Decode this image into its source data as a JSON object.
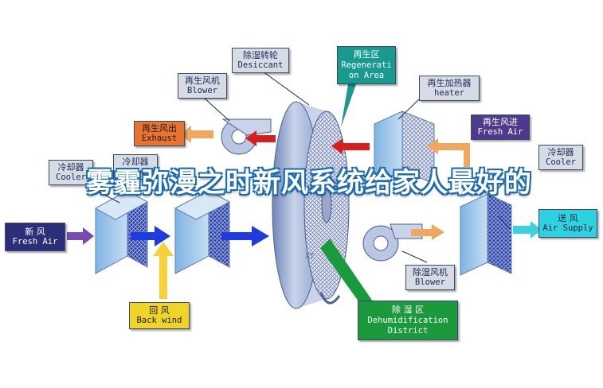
{
  "headline": "雾霾弥漫之时新风系统给家人最好的",
  "watermark": "XT",
  "labels": {
    "desiccant": {
      "zh": "除湿转轮",
      "en": "Desiccant"
    },
    "regeneration": {
      "zh": "再生区",
      "en1": "Regenerati",
      "en2": "on Area"
    },
    "regen_blower": {
      "zh": "再生风机",
      "en": "Blower"
    },
    "regen_heater": {
      "zh": "再生加热器",
      "en": "heater"
    },
    "exhaust": {
      "zh": "再生风出",
      "en": "Exhaust"
    },
    "regen_fresh_air": {
      "zh": "再生风进",
      "en": "Fresh Air"
    },
    "cooler_left": {
      "zh": "冷却器",
      "en": "Cooler"
    },
    "cooler_mid": {
      "zh": "冷却器",
      "en": "Cooler"
    },
    "cooler_right": {
      "zh": "冷却器",
      "en": "Cooler"
    },
    "fresh_air": {
      "zh": "新     风",
      "en": "Fresh Air"
    },
    "air_supply": {
      "zh": "送   风",
      "en": "Air Supply"
    },
    "back_wind": {
      "zh": "回     风",
      "en": "Back wind"
    },
    "dehum_blower": {
      "zh": "除湿风机",
      "en": "Blower"
    },
    "dehum_district": {
      "zh": "除   湿   区",
      "en1": "Dehumidification",
      "en2": "District"
    }
  },
  "colors": {
    "desiccant": "#d6dbe4",
    "regeneration": "#189a8e",
    "exhaust": "#e8742e",
    "regen_fresh_air": "#4d3a8e",
    "back_wind": "#f0d428",
    "dehum_district": "#1a9a3c",
    "air_supply": "#2dd2e0",
    "fresh_air": "#2b2f7a",
    "arrow_blue": "#1f3be0",
    "arrow_red": "#d42020",
    "arrow_orange": "#f0a860",
    "arrow_purple": "#7a4ab0",
    "arrow_yellow": "#f5d23a",
    "arrow_cyan": "#3ed0e0",
    "title_outline": "#1b6bb0"
  }
}
